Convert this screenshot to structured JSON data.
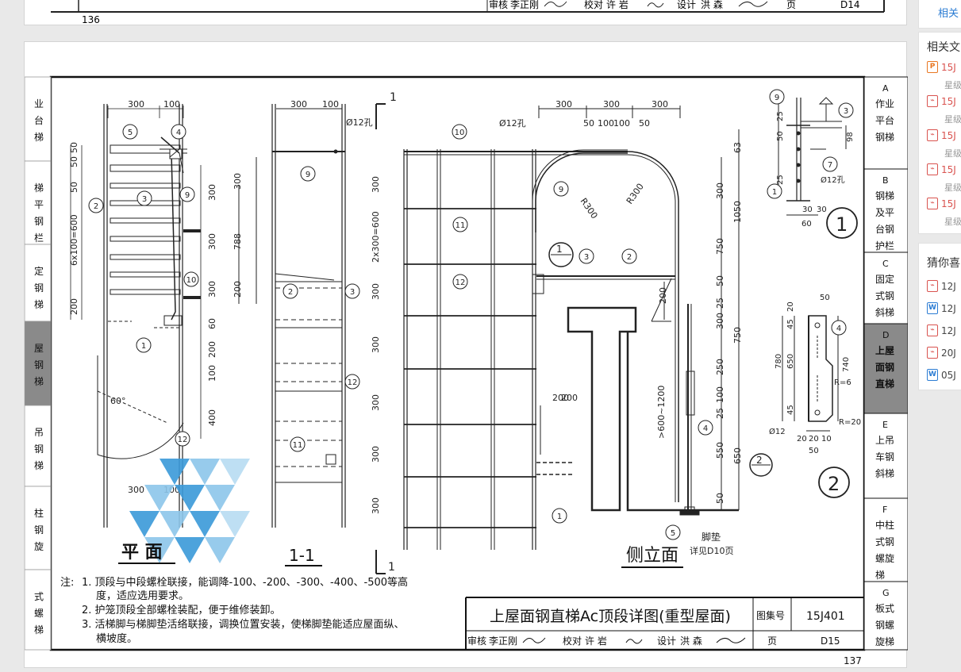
{
  "prev_page": {
    "title_block": {
      "reviewer_label": "审核",
      "reviewer": "李正刚",
      "checker_label": "校对",
      "checker": "许 岩",
      "designer_label": "设计",
      "designer": "洪 森",
      "page_label": "页",
      "page_code": "D14"
    },
    "page_number": "136"
  },
  "drawing": {
    "title": "上屋面钢直梯Ac顶段详图(重型屋面)",
    "atlas_label": "图集号",
    "atlas_code": "15J401",
    "title_block": {
      "reviewer_label": "审核",
      "reviewer": "李正刚",
      "checker_label": "校对",
      "checker": "许 岩",
      "designer_label": "设计",
      "designer": "洪 森",
      "page_label": "页",
      "page_code": "D15"
    },
    "page_number": "137",
    "view_labels": {
      "plan": "平 面",
      "section": "1-1",
      "side": "侧立面"
    },
    "notes_label": "注:",
    "notes": [
      "1. 顶段与中段螺栓联接，能调降-100、-200、-300、-400、-500等高",
      "度，适应选用要求。",
      "2. 护笼顶段全部螺栓装配，便于维修装卸。",
      "3. 活梯脚与梯脚垫活络联接，调换位置安装，使梯脚垫能适应屋面纵、",
      "横坡度。"
    ],
    "foot_pad_label": "脚垫",
    "foot_pad_ref": "详见D10页",
    "hole_label": "Ø12孔",
    "dims": {
      "d300": "300",
      "d100": "100",
      "d200": "200",
      "d400": "400",
      "d60": "60",
      "d788": "788",
      "d6x100": "6x100=600",
      "d2x300": "2x300=600",
      "d750": "750",
      "d1050": "1050",
      "d550": "550",
      "d650": "650",
      "d250": "250",
      "d25": "25",
      "d50": "50",
      "d63": "63",
      "d780": "780",
      "d740": "740",
      "d45": "45",
      "d20": "20",
      "d10": "10",
      "d98": "98",
      "d30": "30",
      "drange": ">600~1200",
      "r300": "R300",
      "r6": "R=6",
      "r20": "R=20",
      "angle": "60°",
      "phi12": "Ø12"
    },
    "detail_refs": [
      "1",
      "2"
    ]
  },
  "side_tabs": [
    {
      "letter": "A",
      "lines": [
        "作业",
        "平台",
        "钢梯"
      ],
      "active": false
    },
    {
      "letter": "B",
      "lines": [
        "钢梯",
        "及平",
        "台钢",
        "护栏"
      ],
      "active": false
    },
    {
      "letter": "C",
      "lines": [
        "固定",
        "式钢",
        "斜梯"
      ],
      "active": false
    },
    {
      "letter": "D",
      "lines": [
        "上屋",
        "面钢",
        "直梯"
      ],
      "active": true
    },
    {
      "letter": "E",
      "lines": [
        "上吊",
        "车钢",
        "斜梯"
      ],
      "active": false
    },
    {
      "letter": "F",
      "lines": [
        "中柱",
        "式钢",
        "螺旋",
        "梯"
      ],
      "active": false
    },
    {
      "letter": "G",
      "lines": [
        "板式",
        "钢螺",
        "旋梯"
      ],
      "active": false
    }
  ],
  "left_tabs": [
    {
      "lines": [
        "业",
        "台",
        "梯"
      ],
      "active": false
    },
    {
      "lines": [
        "梯",
        "平",
        "钢",
        "栏"
      ],
      "active": false
    },
    {
      "lines": [
        "定",
        "钢",
        "梯"
      ],
      "active": false
    },
    {
      "lines": [
        "屋",
        "钢",
        "梯"
      ],
      "active": true
    },
    {
      "lines": [
        "吊",
        "钢",
        "梯"
      ],
      "active": false
    },
    {
      "lines": [
        "柱",
        "钢",
        "旋"
      ],
      "active": false
    },
    {
      "lines": [
        "式",
        "螺",
        "梯"
      ],
      "active": false
    }
  ],
  "sidebar": {
    "top_link": "相关",
    "related_title": "相关文",
    "related_items": [
      {
        "icon": "ppt",
        "title": "15J",
        "sub": "星级"
      },
      {
        "icon": "pdf",
        "title": "15J",
        "sub": "星级"
      },
      {
        "icon": "pdf",
        "title": "15J",
        "sub": "星级"
      },
      {
        "icon": "pdf",
        "title": "15J",
        "sub": "星级"
      },
      {
        "icon": "pdf",
        "title": "15J",
        "sub": "星级"
      }
    ],
    "guess_title": "猜你喜",
    "guess_items": [
      {
        "icon": "pdf",
        "title": "12J"
      },
      {
        "icon": "word",
        "title": "12J"
      },
      {
        "icon": "pdf",
        "title": "12J"
      },
      {
        "icon": "pdf",
        "title": "20J"
      },
      {
        "icon": "word",
        "title": "05J"
      }
    ]
  },
  "colors": {
    "accent": "#2b7cd3",
    "pdf": "#d9534f",
    "ppt": "#e87722",
    "tab_active": "#8a8a8a",
    "watermark": "#3a9ad9"
  }
}
